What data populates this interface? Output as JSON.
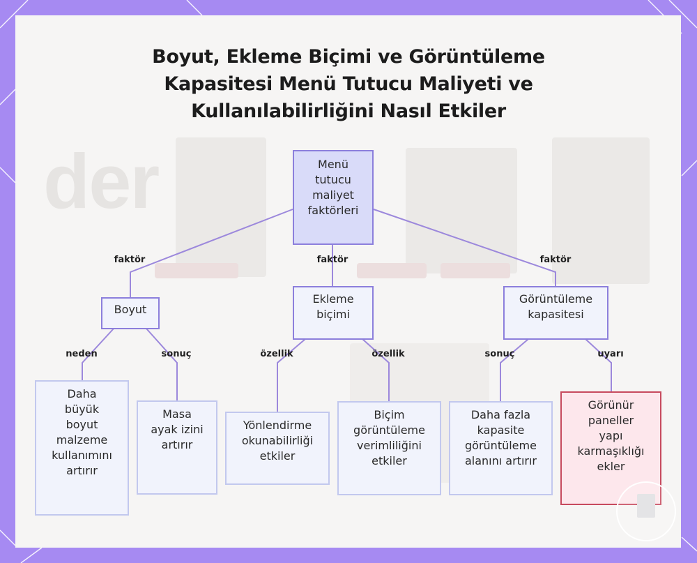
{
  "title": {
    "lines": [
      "Boyut, Ekleme Biçimi ve Görüntüleme",
      "Kapasitesi Menü Tutucu Maliyeti ve",
      "Kullanılabilirliğini Nasıl Etkiler"
    ]
  },
  "nodes": {
    "root": {
      "lines": [
        "Menü",
        "tutucu",
        "maliyet",
        "faktörleri"
      ]
    },
    "size": {
      "lines": [
        "Boyut"
      ]
    },
    "insert": {
      "lines": [
        "Ekleme",
        "biçimi"
      ]
    },
    "capacity": {
      "lines": [
        "Görüntüleme",
        "kapasitesi"
      ]
    },
    "size_cause": {
      "lines": [
        "Daha",
        "büyük",
        "boyut",
        "malzeme",
        "kullanımını",
        "artırır"
      ]
    },
    "size_result": {
      "lines": [
        "Masa",
        "ayak izini",
        "artırır"
      ]
    },
    "insert_orient": {
      "lines": [
        "Yönlendirme",
        "okunabilirliği",
        "etkiler"
      ]
    },
    "insert_format": {
      "lines": [
        "Biçim",
        "görüntüleme",
        "verimliliğini",
        "etkiler"
      ]
    },
    "cap_result": {
      "lines": [
        "Daha fazla",
        "kapasite",
        "görüntüleme",
        "alanını artırır"
      ]
    },
    "cap_warn": {
      "lines": [
        "Görünür",
        "paneller",
        "yapı",
        "karmaşıklığı",
        "ekler"
      ]
    }
  },
  "edges": {
    "root_size": "faktör",
    "root_insert": "faktör",
    "root_capacity": "faktör",
    "size_cause": "neden",
    "size_result": "sonuç",
    "insert_orient": "özellik",
    "insert_format": "özellik",
    "cap_result": "sonuç",
    "cap_warn": "uyarı"
  },
  "colors": {
    "frame": "#a68af2",
    "line": "#9c88dc",
    "node_border": "#8c7fdc",
    "warn_border": "#c74a5e",
    "warn_fill": "#fde7ec"
  }
}
